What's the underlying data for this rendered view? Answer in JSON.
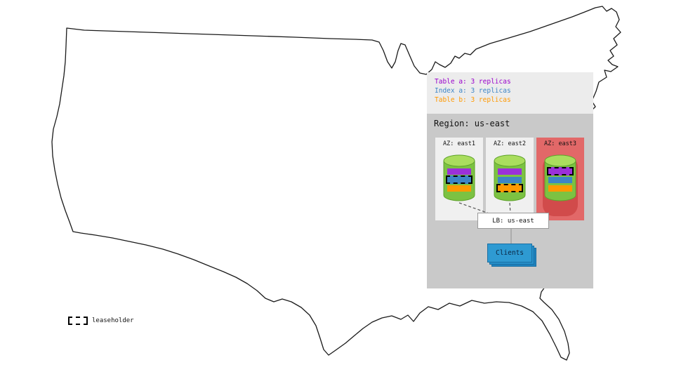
{
  "legend": {
    "items": [
      {
        "label": "Table a: 3 replicas",
        "color": "#9900cc"
      },
      {
        "label": "Index a: 3 replicas",
        "color": "#3d85c6"
      },
      {
        "label": "Table b: 3 replicas",
        "color": "#ff9900"
      }
    ]
  },
  "region": {
    "title": "Region: us-east",
    "zones": [
      {
        "label": "AZ: east1",
        "highlighted": false,
        "replicas": [
          {
            "name": "table-a",
            "color": "#9b30d9",
            "leaseholder": false
          },
          {
            "name": "index-a",
            "color": "#3d85c6",
            "leaseholder": true
          },
          {
            "name": "table-b",
            "color": "#ff9900",
            "leaseholder": false
          }
        ]
      },
      {
        "label": "AZ: east2",
        "highlighted": false,
        "replicas": [
          {
            "name": "table-a",
            "color": "#9b30d9",
            "leaseholder": false
          },
          {
            "name": "index-a",
            "color": "#3d85c6",
            "leaseholder": false
          },
          {
            "name": "table-b",
            "color": "#ff9900",
            "leaseholder": true
          }
        ]
      },
      {
        "label": "AZ: east3",
        "highlighted": true,
        "replicas": [
          {
            "name": "table-a",
            "color": "#9b30d9",
            "leaseholder": true
          },
          {
            "name": "index-a",
            "color": "#3d85c6",
            "leaseholder": false
          },
          {
            "name": "table-b",
            "color": "#ff9900",
            "leaseholder": false
          }
        ]
      }
    ],
    "load_balancer": "LB: us-east",
    "clients": "Clients"
  },
  "footnote": {
    "leaseholder_label": "leaseholder"
  },
  "colors": {
    "cylinder_green": "#7cc242",
    "cylinder_top_green": "#aadd5e",
    "az_highlight": "#e26868",
    "region_gray": "#c9c9c9",
    "legend_gray": "#ececec"
  }
}
